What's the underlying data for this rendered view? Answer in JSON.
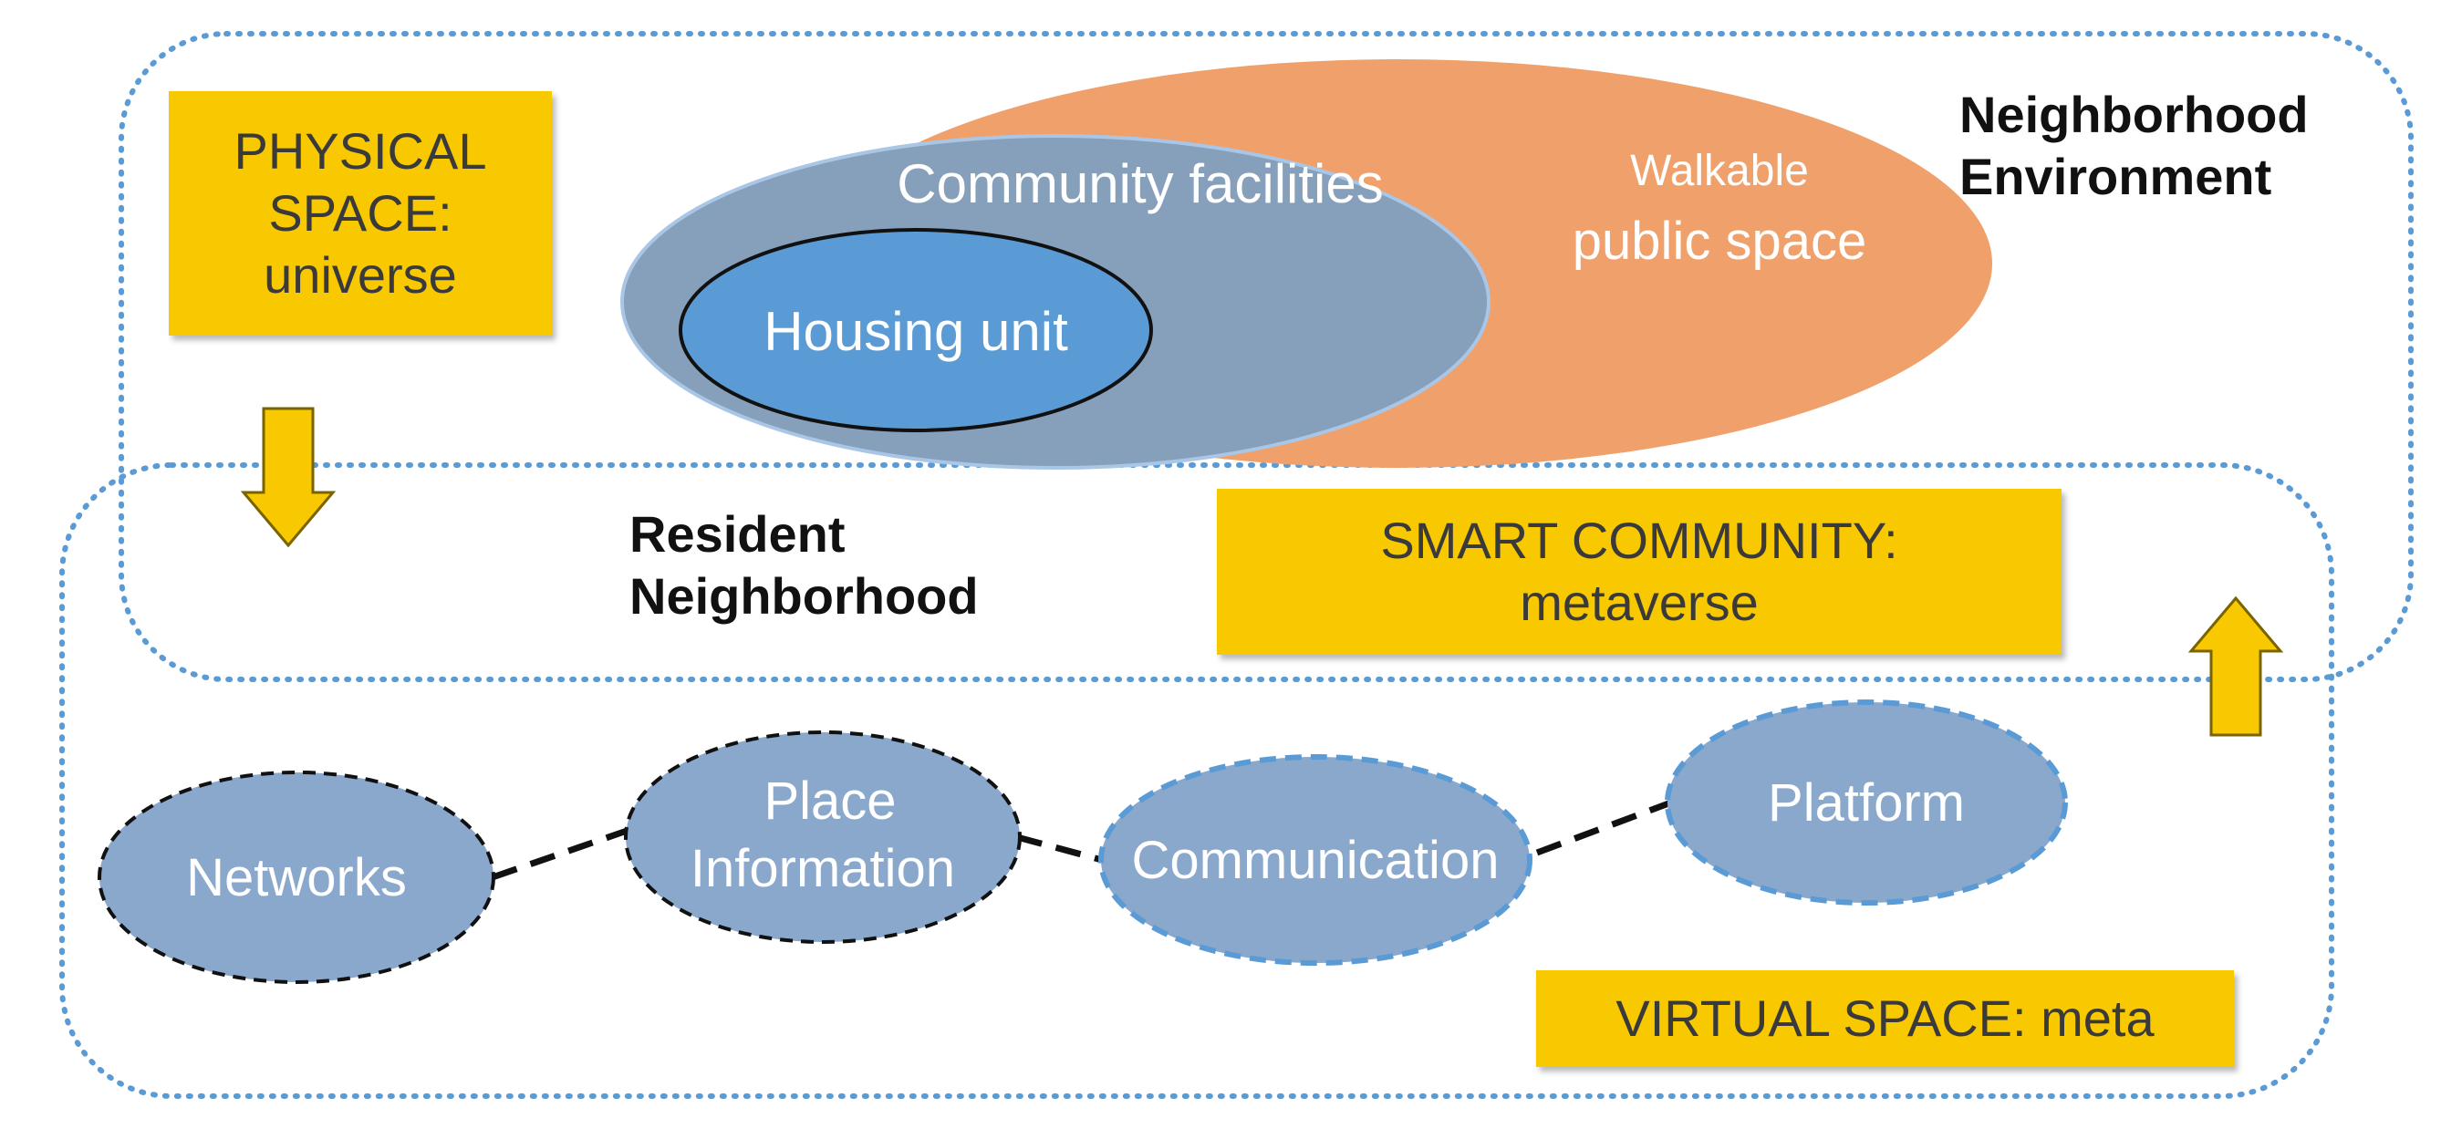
{
  "physical_space": {
    "line1": "PHYSICAL",
    "line2": "SPACE:",
    "line3": "universe"
  },
  "neighborhood_environment": {
    "line1": "Neighborhood",
    "line2": "Environment"
  },
  "resident_neighborhood": {
    "line1": "Resident",
    "line2": "Neighborhood"
  },
  "smart_community": {
    "line1": "SMART COMMUNITY:",
    "line2": "metaverse"
  },
  "virtual_space": {
    "label": "VIRTUAL SPACE: meta"
  },
  "spheres": {
    "walkable_line1": "Walkable",
    "walkable_line2": "public space",
    "community_facilities": "Community facilities",
    "housing_unit": "Housing unit"
  },
  "nodes": {
    "networks": "Networks",
    "place_line1": "Place",
    "place_line2": "Information",
    "communication": "Communication",
    "platform": "Platform"
  },
  "colors": {
    "yellow_box": "#f8c800",
    "orange_ellipse": "#f0a06a",
    "gray_blue_ellipse": "#869fba",
    "housing_blue": "#5b9bd5",
    "node_fill": "#8aa8cc",
    "dotted_border": "#5b9bd5",
    "arrow_fill": "#f8c800"
  }
}
